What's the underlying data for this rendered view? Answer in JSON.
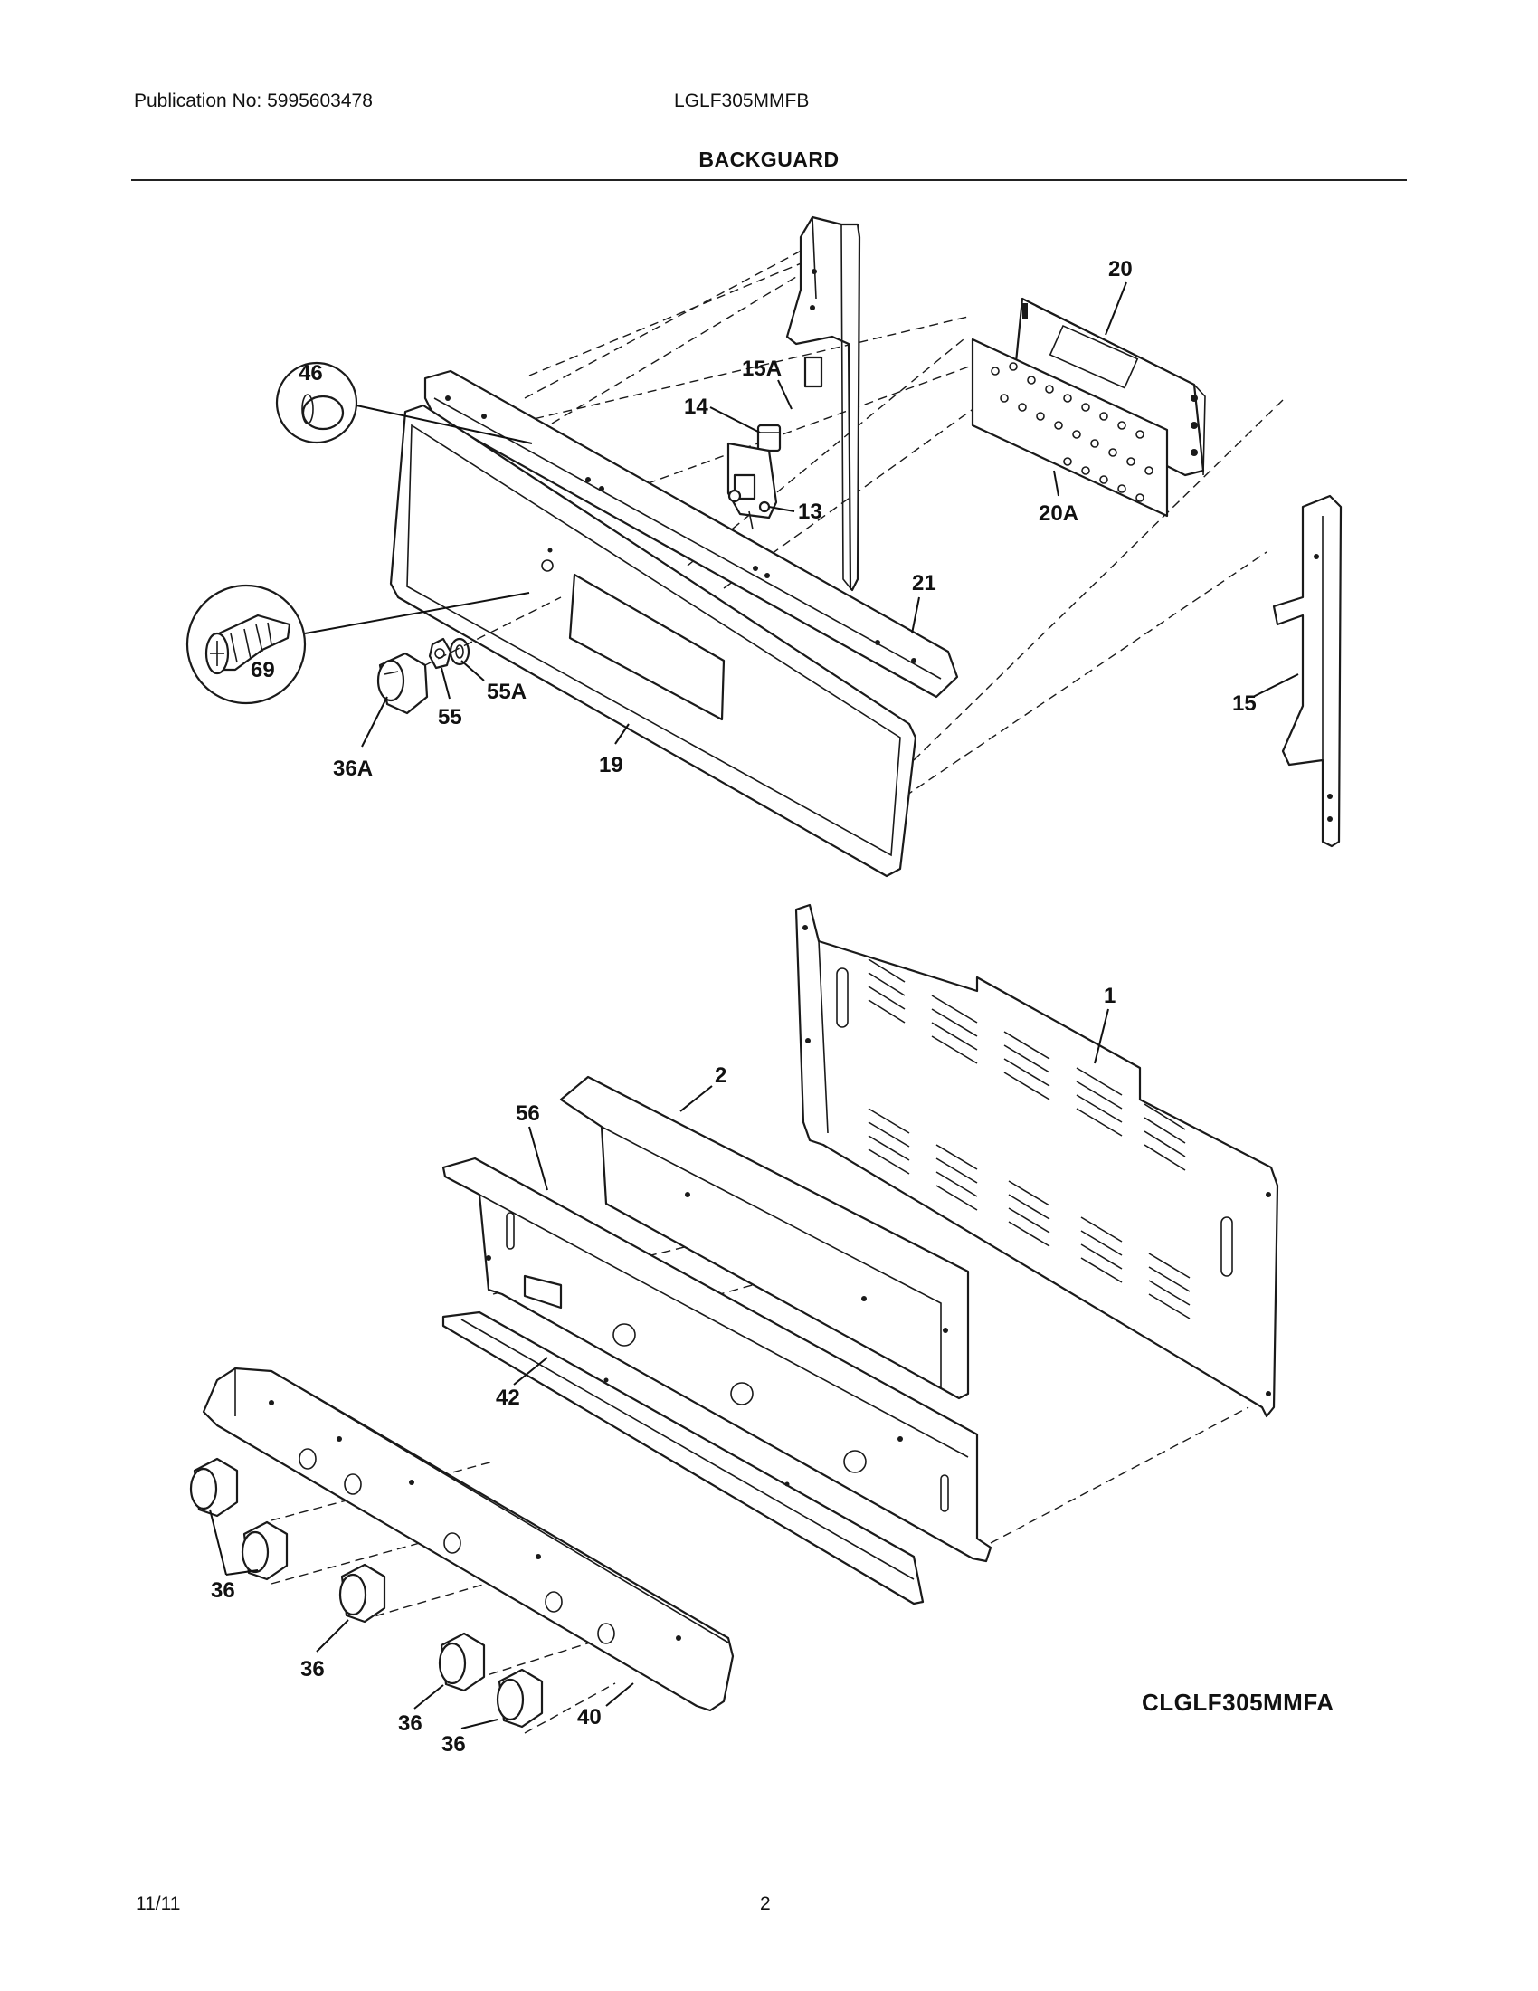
{
  "header": {
    "publication": "Publication No: 5995603478",
    "model": "LGLF305MMFB",
    "section": "BACKGUARD"
  },
  "diagram": {
    "code": "CLGLF305MMFA",
    "callouts": {
      "c20": "20",
      "c15A": "15A",
      "c14": "14",
      "c13": "13",
      "c20A": "20A",
      "c46": "46",
      "c69": "69",
      "c21": "21",
      "c55A": "55A",
      "c55": "55",
      "c36A": "36A",
      "c19": "19",
      "c15": "15",
      "c1": "1",
      "c2": "2",
      "c56": "56",
      "c42": "42",
      "c36a": "36",
      "c36b": "36",
      "c36c": "36",
      "c36d": "36",
      "c40": "40"
    }
  },
  "footer": {
    "date": "11/11",
    "page": "2"
  }
}
